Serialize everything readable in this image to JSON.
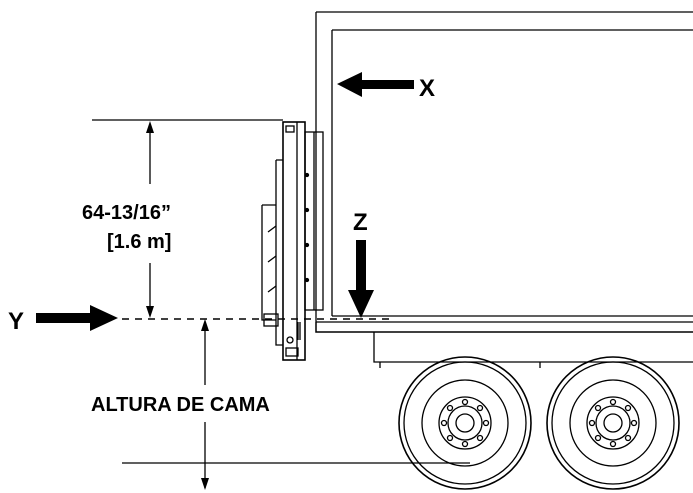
{
  "labels": {
    "x": "X",
    "y": "Y",
    "z": "Z",
    "height_imperial": "64-13/16”",
    "height_metric": "[1.6 m]",
    "bed_height": "ALTURA DE CAMA"
  },
  "colors": {
    "line": "#000000",
    "background": "#ffffff"
  }
}
